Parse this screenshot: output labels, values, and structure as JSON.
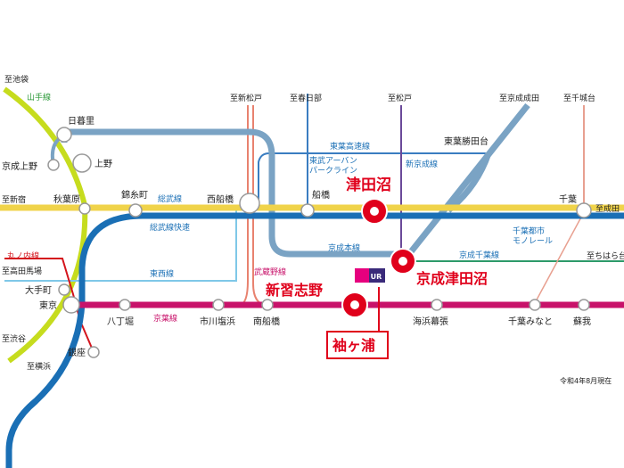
{
  "colors": {
    "jr_blue": "#1a6fb5",
    "sobu_yellow": "#f0d34a",
    "keiyo_magenta": "#c8126a",
    "gray_route": "#7aa3c4",
    "musashino": "#e8826f",
    "yamanote": "#c6dc1e",
    "thin_blue": "#3a7dc1",
    "thin_green": "#2d9a6a",
    "thin_purple": "#6b4a9a",
    "highlight_red": "#e0001b"
  },
  "directions": {
    "ikebukuro": "至池袋",
    "shinjuku": "至新宿",
    "takadanobaba": "至高田馬場",
    "shibuya": "至渋谷",
    "yokohama": "至横浜",
    "shinmatsudo": "至新松戸",
    "kasukabe": "至春日部",
    "matsudo": "至松戸",
    "keisei_narita": "至京成成田",
    "chishirodai": "至千城台",
    "narita": "至成田",
    "chiharadai": "至ちはら台"
  },
  "lines": {
    "yamanote": "山手線",
    "marunouchi": "丸ノ内線",
    "sobu": "総武線",
    "sobu_rapid": "総武線快速",
    "tozai": "東西線",
    "keiyo": "京葉線",
    "musashino": "武蔵野線",
    "toyo_rapid": "東葉高速線",
    "tobu_urban_1": "東武アーバン",
    "tobu_urban_2": "パークライン",
    "shin_keisei": "新京成線",
    "keisei_main": "京成本線",
    "keisei_chiba": "京成千葉線",
    "chiba_monorail_1": "千葉都市",
    "chiba_monorail_2": "モノレール"
  },
  "stations": {
    "nippori": "日暮里",
    "ueno": "上野",
    "keisei_ueno": "京成上野",
    "akihabara": "秋葉原",
    "kinshicho": "錦糸町",
    "nishifunabashi": "西船橋",
    "funabashi": "船橋",
    "tsudanuma": "津田沼",
    "chiba": "千葉",
    "otemachi": "大手町",
    "tokyo": "東京",
    "ginza": "銀座",
    "hatchobori": "八丁堀",
    "ichikawashiohama": "市川塩浜",
    "minamifunabashi": "南船橋",
    "shinnarashino": "新習志野",
    "kaihinmakuhari": "海浜幕張",
    "chibaminato": "千葉みなと",
    "soga": "蘇我",
    "keisei_tsudanuma": "京成津田沼",
    "toyo_katsutadai": "東葉勝田台",
    "sodegaura": "袖ヶ浦"
  },
  "logo_text": "UR",
  "footnote": "令和4年8月現在"
}
